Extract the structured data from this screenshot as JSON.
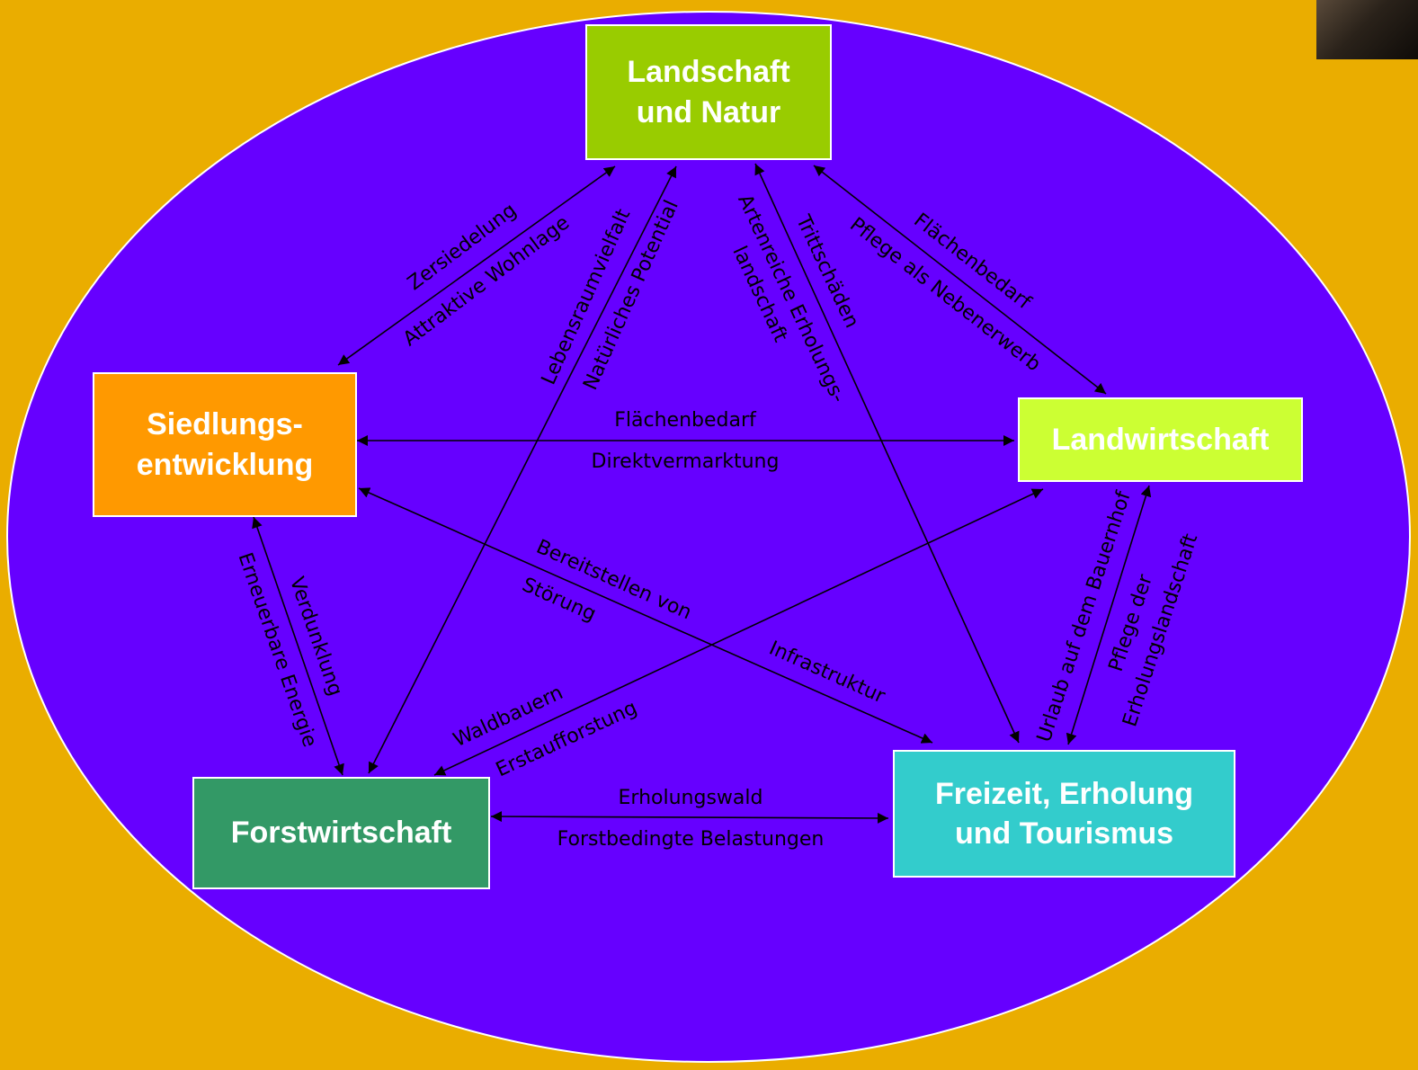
{
  "nodes": {
    "landschaft": {
      "label": "Landschaft\nund Natur",
      "color": "#99CC00"
    },
    "siedlung": {
      "label": "Siedlungs-\nentwicklung",
      "color": "#FF9900"
    },
    "landwirtschaft": {
      "label": "Landwirtschaft",
      "color": "#CCFF33"
    },
    "forst": {
      "label": "Forstwirtschaft",
      "color": "#339966"
    },
    "freizeit": {
      "label": "Freizeit, Erholung\nund Tourismus",
      "color": "#33CCCC"
    }
  },
  "edge_labels": {
    "ln_si_1": "Zersiedelung",
    "ln_si_2": "Attraktive Wohnlage",
    "ln_fo_1": "Lebensraumvielfalt",
    "ln_fo_2": "Natürliches Potential",
    "ln_fr_1": "Artenreiche Erholungs-",
    "ln_fr_2": "landschaft",
    "ln_fr_3": "Trittschäden",
    "ln_lw_1": "Flächenbedarf",
    "ln_lw_2": "Pflege als Nebenerwerb",
    "si_lw_1": "Flächenbedarf",
    "si_lw_2": "Direktvermarktung",
    "si_fr_1": "Bereitstellen von",
    "si_fr_2": "Infrastruktur",
    "lw_fo_1": "Störung",
    "lw_fo_2": "Waldbauern",
    "lw_fo_3": "Erstaufforstung",
    "si_fo_1": "Verdunklung",
    "si_fo_2": "Erneuerbare Energie",
    "lw_fr_1": "Urlaub auf dem Bauernhof",
    "lw_fr_2": "Pflege der",
    "lw_fr_3": "Erholungslandschaft",
    "fo_fr_1": "Erholungswald",
    "fo_fr_2": "Forstbedingte Belastungen"
  },
  "colors": {
    "background": "#EAAD00",
    "ellipse": "#6600FF"
  }
}
